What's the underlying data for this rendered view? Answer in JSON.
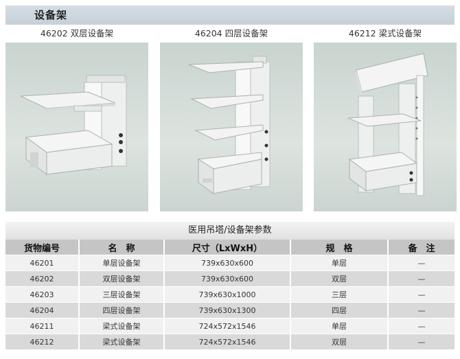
{
  "section": {
    "title": "设备架"
  },
  "products": [
    {
      "label": "46202  双层设备架"
    },
    {
      "label": "46204  四层设备架"
    },
    {
      "label": "46212  梁式设备架"
    }
  ],
  "table": {
    "title": "医用吊塔/设备架参数",
    "headers": [
      "货物编号",
      "名　称",
      "尺寸（LxWxH）",
      "规　格",
      "备　注"
    ],
    "rows": [
      [
        "46201",
        "单层设备架",
        "739x630x600",
        "单层",
        "—"
      ],
      [
        "46202",
        "双层设备架",
        "739x630x600",
        "双层",
        "—"
      ],
      [
        "46203",
        "三层设备架",
        "739x630x1000",
        "三层",
        "—"
      ],
      [
        "46204",
        "四层设备架",
        "739x630x1300",
        "四层",
        "—"
      ],
      [
        "46211",
        "梁式设备架",
        "724x572x1546",
        "单层",
        "—"
      ],
      [
        "46212",
        "梁式设备架",
        "724x572x1546",
        "双层",
        "—"
      ]
    ]
  }
}
